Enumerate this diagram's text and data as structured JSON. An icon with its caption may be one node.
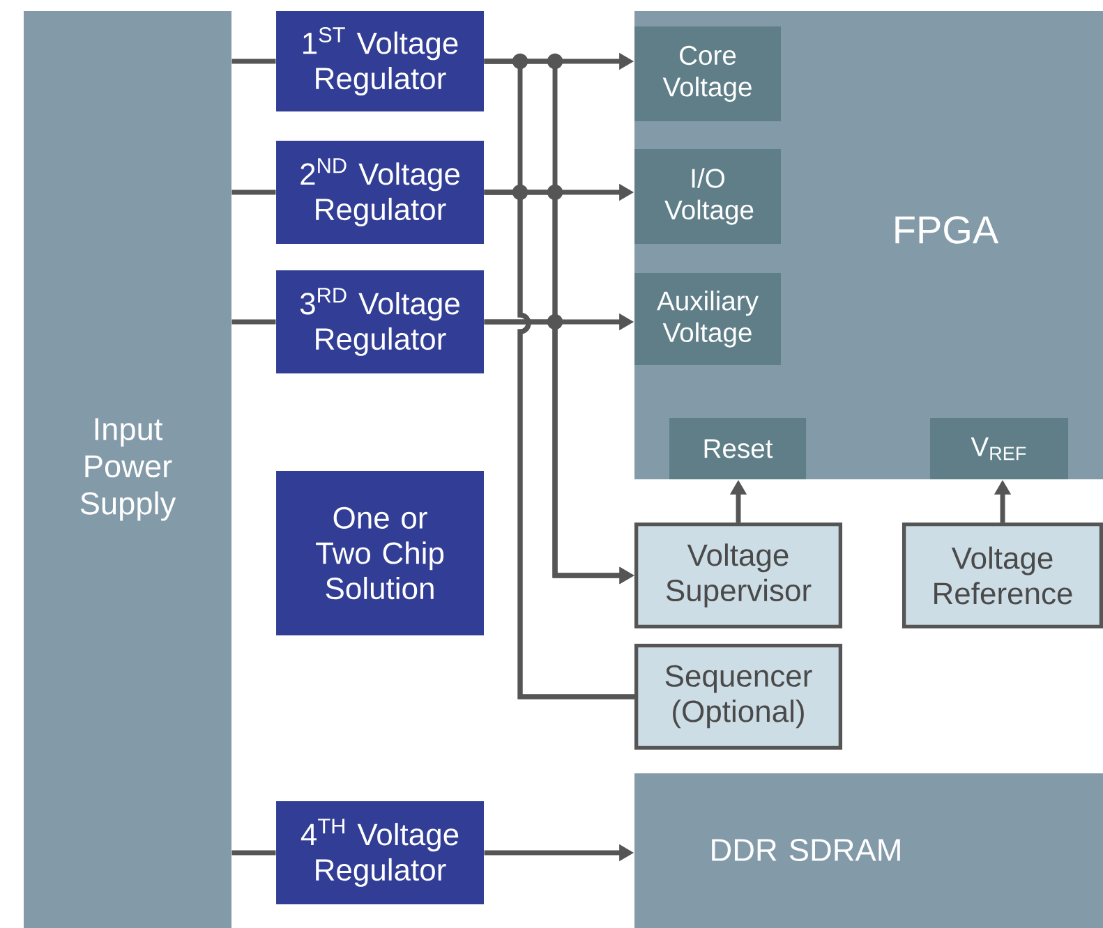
{
  "diagram": {
    "nodes": [
      {
        "text": [
          "Input Power Supply"
        ]
      },
      {
        "text": [
          "1$^{ST}$ Voltage Regulator"
        ]
      },
      {
        "text": [
          "2$^{ND}$ Voltage Regulator"
        ]
      },
      {
        "text": [
          "3$^{RD}$ Voltage Regulator"
        ]
      },
      {
        "text": [
          "One or Two Chip Solution"
        ]
      },
      {
        "text": [
          "4$^{TH}$ Voltage Regulator"
        ]
      },
      {
        "text": [
          "FPGA"
        ]
      },
      {
        "text": [
          "Core Voltage"
        ],
        "in": 6
      },
      {
        "text": [
          "I/O Voltage"
        ],
        "in": 6
      },
      {
        "text": [
          "Auxiliary Voltage"
        ],
        "in": 6
      },
      {
        "text": [
          "Reset"
        ],
        "in": 6
      },
      {
        "text": [
          "V$_{REF}$"
        ],
        "in": 6
      },
      {
        "text": [
          "Voltage Supervisor"
        ]
      },
      {
        "text": [
          "Voltage Reference"
        ]
      },
      {
        "text": [
          "Sequencer (Optional)"
        ]
      },
      {
        "text": [
          "DDR SDRAM"
        ]
      }
    ],
    "edges": [
      {
        "from": 0,
        "to": 1,
        "arrow": "none"
      },
      {
        "from": 0,
        "to": 2,
        "arrow": "none"
      },
      {
        "from": 0,
        "to": 3,
        "arrow": "none"
      },
      {
        "from": 0,
        "to": 5,
        "arrow": "none"
      },
      {
        "from": 1,
        "to": 7,
        "arrow": "to"
      },
      {
        "from": 2,
        "to": 8,
        "arrow": "to"
      },
      {
        "from": 3,
        "to": 9,
        "arrow": "to"
      },
      {
        "from": 1,
        "to": 12,
        "arrow": "to"
      },
      {
        "from": 2,
        "to": 12,
        "arrow": "to"
      },
      {
        "from": 3,
        "to": 12,
        "arrow": "to"
      },
      {
        "from": 1,
        "to": 14,
        "arrow": "none"
      },
      {
        "from": 2,
        "to": 14,
        "arrow": "none"
      },
      {
        "from": 12,
        "to": 10,
        "arrow": "to"
      },
      {
        "from": 13,
        "to": 11,
        "arrow": "to"
      },
      {
        "from": 5,
        "to": 15,
        "arrow": "to"
      }
    ]
  }
}
